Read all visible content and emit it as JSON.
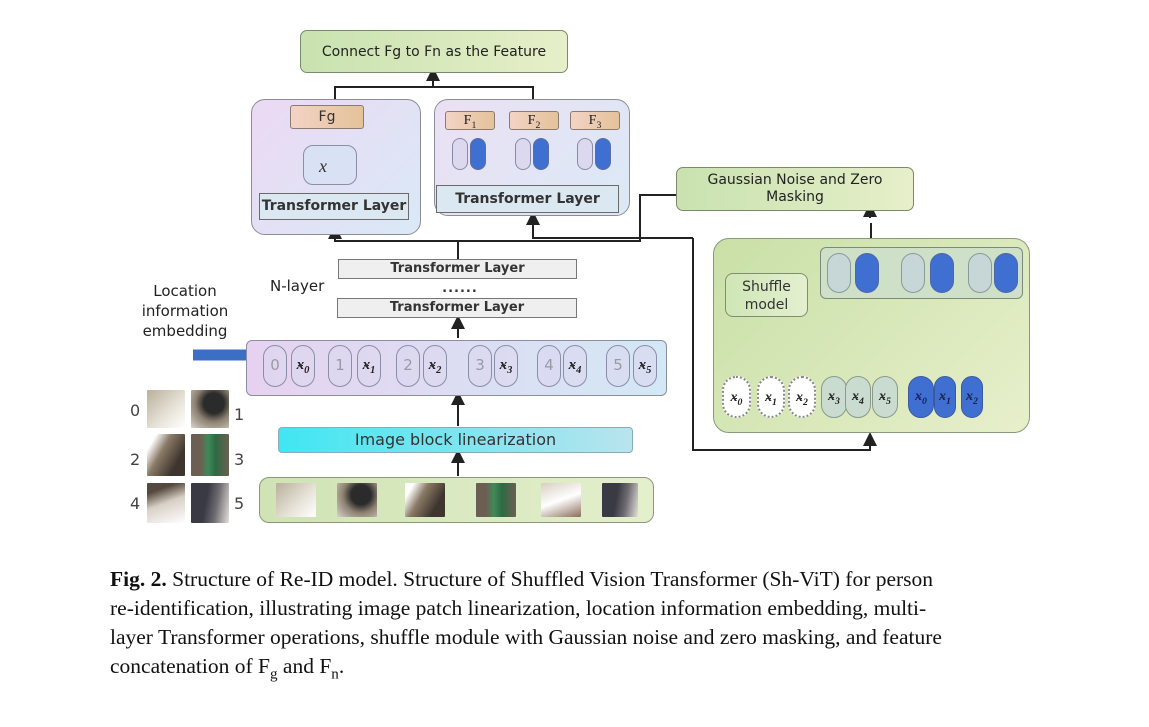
{
  "top_box": {
    "label": "Connect Fg to Fn as the Feature"
  },
  "global_branch": {
    "feature_label": "Fg",
    "vector_label": "x⃗",
    "transformer_label": "Transformer Layer"
  },
  "local_branch": {
    "features": [
      {
        "label": "F",
        "sub": "1"
      },
      {
        "label": "F",
        "sub": "2"
      },
      {
        "label": "F",
        "sub": "3"
      }
    ],
    "transformer_label": "Transformer Layer"
  },
  "noise_box": {
    "label_line1": "Gaussian Noise and Zero",
    "label_line2": "Masking"
  },
  "shuffle": {
    "model_label_line1": "Shuffle",
    "model_label_line2": "model",
    "bottom_tokens": [
      {
        "base": "x",
        "sub": "0",
        "style": "masked"
      },
      {
        "base": "x",
        "sub": "1",
        "style": "masked"
      },
      {
        "base": "x",
        "sub": "2",
        "style": "masked"
      },
      {
        "base": "x",
        "sub": "3",
        "style": "grey"
      },
      {
        "base": "x",
        "sub": "4",
        "style": "grey"
      },
      {
        "base": "x",
        "sub": "5",
        "style": "grey"
      },
      {
        "base": "x",
        "sub": "0",
        "style": "blue"
      },
      {
        "base": "x",
        "sub": "1",
        "style": "blue"
      },
      {
        "base": "x",
        "sub": "2",
        "style": "blue"
      }
    ]
  },
  "n_layer": {
    "label": "N-layer",
    "top_label": "Transformer Layer",
    "dots": "......",
    "bottom_label": "Transformer Layer"
  },
  "location_embedding": {
    "line1": "Location",
    "line2": "information",
    "line3": "embedding"
  },
  "embedding_tokens": [
    {
      "index": "0",
      "x": "x",
      "sub": "0"
    },
    {
      "index": "1",
      "x": "x",
      "sub": "1"
    },
    {
      "index": "2",
      "x": "x",
      "sub": "2"
    },
    {
      "index": "3",
      "x": "x",
      "sub": "3"
    },
    {
      "index": "4",
      "x": "x",
      "sub": "4"
    },
    {
      "index": "5",
      "x": "x",
      "sub": "5"
    }
  ],
  "linearization": {
    "label": "Image block linearization"
  },
  "grid_labels": [
    "0",
    "1",
    "2",
    "3",
    "4",
    "5"
  ],
  "caption": {
    "prefix": "Fig. 2.",
    "line1": " Structure of Re-ID model. Structure of Shuffled Vision Transformer (Sh-ViT) for person",
    "line2": "re-identification, illustrating image patch linearization, location information embedding, multi-",
    "line3": "layer Transformer operations, shuffle module with Gaussian noise and zero masking, and feature",
    "line4_pre": "concatenation of F",
    "line4_sub1": "g",
    "line4_mid": " and F",
    "line4_sub2": "n",
    "line4_end": "."
  },
  "colors": {
    "blue_token": "#3f6fd0",
    "arrow_blue": "#3b6fc6",
    "green_box": "#d6e8bf",
    "cyan_bar": "#3fe6f2"
  }
}
